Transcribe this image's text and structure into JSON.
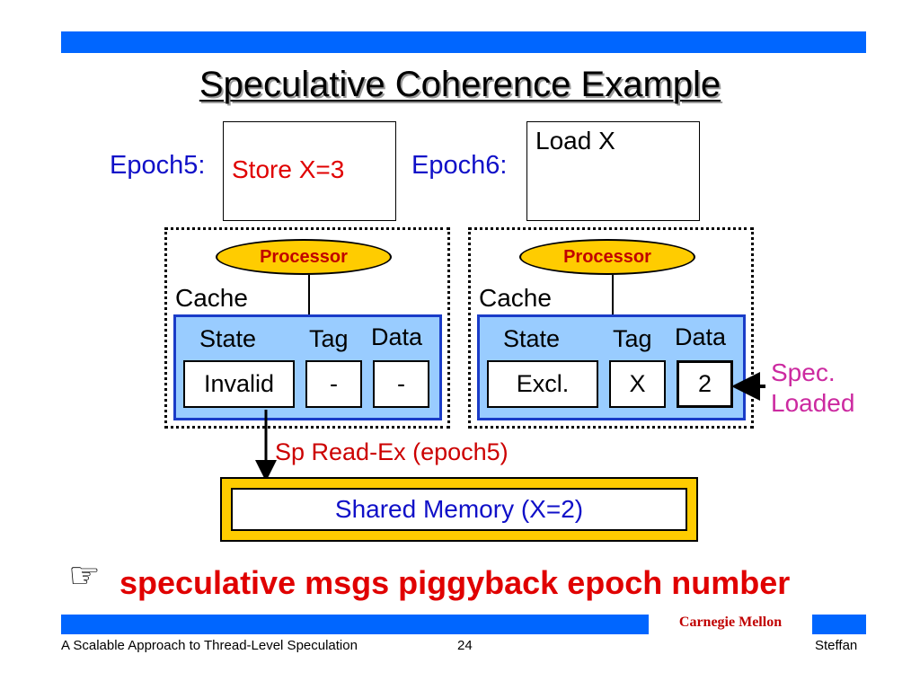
{
  "slide": {
    "title": "Speculative Coherence Example",
    "epoch5": {
      "label": "Epoch5:",
      "code": "Store X=3"
    },
    "epoch6": {
      "label": "Epoch6:",
      "code": "Load X"
    },
    "left_node": {
      "processor": "Processor",
      "cache_label": "Cache",
      "headers": {
        "state": "State",
        "tag": "Tag",
        "data": "Data"
      },
      "values": {
        "state": "Invalid",
        "tag": "-",
        "data": "-"
      }
    },
    "right_node": {
      "processor": "Processor",
      "cache_label": "Cache",
      "headers": {
        "state": "State",
        "tag": "Tag",
        "data": "Data"
      },
      "values": {
        "state": "Excl.",
        "tag": "X",
        "data": "2"
      }
    },
    "annotation": {
      "line1": "Spec.",
      "line2": "Loaded"
    },
    "message": "Sp Read-Ex (epoch5)",
    "memory": "Shared Memory (X=2)",
    "bullet": {
      "icon": "☞",
      "text": "speculative msgs piggyback epoch number"
    }
  },
  "footer": {
    "left": "A Scalable Approach to Thread-Level Speculation",
    "page": "24",
    "right": "Steffan",
    "logo": "Carnegie Mellon"
  },
  "colors": {
    "bar_blue": "#0066ff",
    "epoch_blue": "#1010c8",
    "processor_yellow": "#ffcc00",
    "cache_panel": "#99ccff",
    "message_red": "#cc0000",
    "annotation_magenta": "#cc2aa0"
  }
}
